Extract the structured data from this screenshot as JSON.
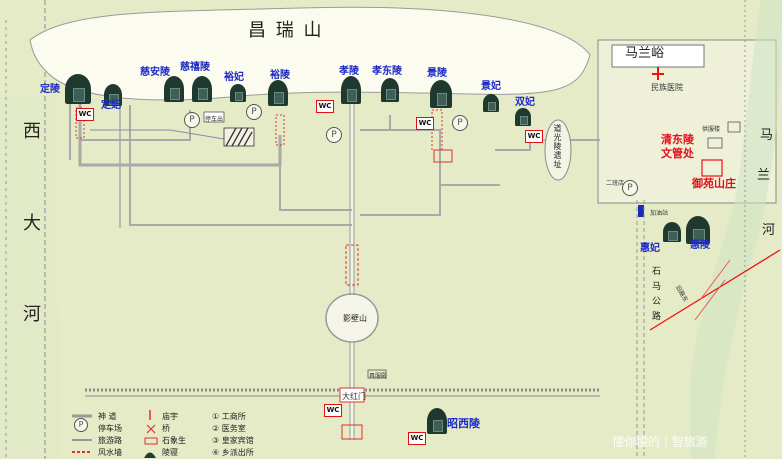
{
  "mountain": {
    "name": "昌  瑞  山"
  },
  "river": {
    "chars": [
      "西",
      "大",
      "河"
    ]
  },
  "town": {
    "name": "马兰峪",
    "hospital": "民族医院"
  },
  "right_river": {
    "chars": [
      "马",
      "兰",
      "河"
    ]
  },
  "tombs": {
    "dingling": "定陵",
    "dingfei": "定妃",
    "ciʼanling": "慈安陵",
    "cixiling": "慈禧陵",
    "yufei": "裕妃",
    "yuling": "裕陵",
    "xiaoling": "孝陵",
    "xiaodongling": "孝东陵",
    "jingling": "景陵",
    "jingfei": "景妃",
    "shuangfei": "双妃",
    "huifei": "惠妃",
    "huiling": "惠陵",
    "zhaoxiling": "昭西陵"
  },
  "admin": {
    "line1": "清东陵",
    "line2": "文管处",
    "resort": "御苑山庄"
  },
  "labels": {
    "daoguang": "道光陵遗址",
    "yingbishan": "影壁山",
    "dahongmen": "大红门",
    "shimalu": "石马公路",
    "jiayouzhan": "加油站",
    "gongfang": "供服楼",
    "erbandian": "二班店",
    "junmafang": "具服殿",
    "parking_lot": "停车出",
    "erdaohe": "旧路东"
  },
  "wc": "WC",
  "parking": "P",
  "legend": {
    "shendao": "神 道",
    "tingchechang": "停车场",
    "lvyoulu": "旅游路",
    "fengshuiqiang": "风水墙",
    "miaoyu": "庙宇",
    "qiao": "桥",
    "shixiangsheng": "石象生",
    "lingqin": "陵寝",
    "n1": "① 工商所",
    "n2": "② 医务室",
    "n3": "③ 皇家宾馆",
    "n4": "④ 乡派出所"
  },
  "watermark": "懂你懂的 | 智旅游"
}
